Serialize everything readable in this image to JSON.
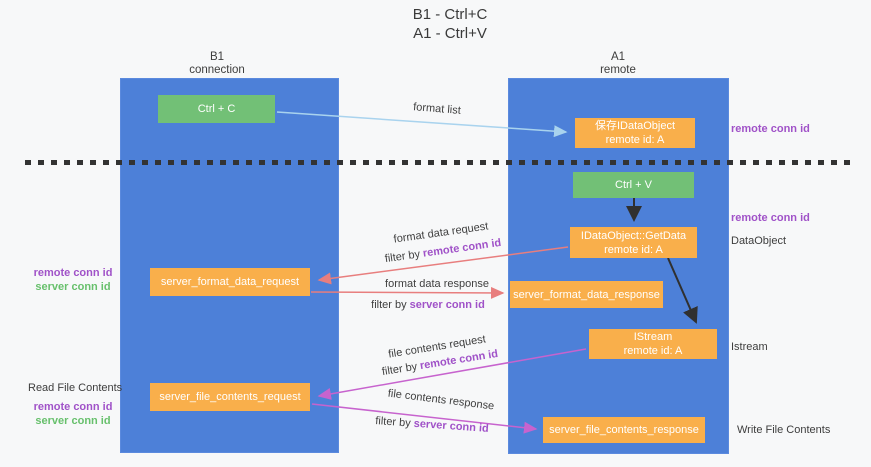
{
  "title": {
    "line1": "B1 - Ctrl+C",
    "line2": "A1 - Ctrl+V"
  },
  "lanes": {
    "left": {
      "name": "B1",
      "role": "connection"
    },
    "right": {
      "name": "A1",
      "role": "remote"
    }
  },
  "nodes": {
    "ctrl_c": {
      "label": "Ctrl + C"
    },
    "ctrl_v": {
      "label": "Ctrl + V"
    },
    "saved_dataobject": {
      "line1": "保存IDataObject",
      "line2": "remote id: A"
    },
    "getdata": {
      "line1": "IDataObject::GetData",
      "line2": "remote id: A"
    },
    "istream": {
      "line1": "IStream",
      "line2": "remote id: A"
    },
    "server_format_data_request": {
      "label": "server_format_data_request"
    },
    "server_format_data_response": {
      "label": "server_format_data_response"
    },
    "server_file_contents_request": {
      "label": "server_file_contents_request"
    },
    "server_file_contents_response": {
      "label": "server_file_contents_response"
    }
  },
  "edge_labels": {
    "format_list": "format list",
    "format_data_request": "format data request",
    "format_data_response": "format data response",
    "file_contents_request": "file contents request",
    "file_contents_response": "file contents response",
    "filter_by": "filter by",
    "remote_conn_id": "remote conn id",
    "server_conn_id": "server conn id"
  },
  "side_labels": {
    "remote_conn_id": "remote conn id",
    "server_conn_id": "server conn id",
    "dataobject": "DataObject",
    "istream": "Istream",
    "read_file_contents": "Read File Contents",
    "write_file_contents": "Write File Contents"
  },
  "colors": {
    "lane_blue": "#4d80d8",
    "node_orange": "#f9af4b",
    "key_green": "#72c076",
    "accent_purple": "#a052c8",
    "accent_green": "#67c06c",
    "arrow_light_blue": "#a9d3ee",
    "arrow_black": "#303030",
    "arrow_salmon": "#e87e7e",
    "arrow_magenta": "#c763ce",
    "background": "#f7f8f9"
  }
}
